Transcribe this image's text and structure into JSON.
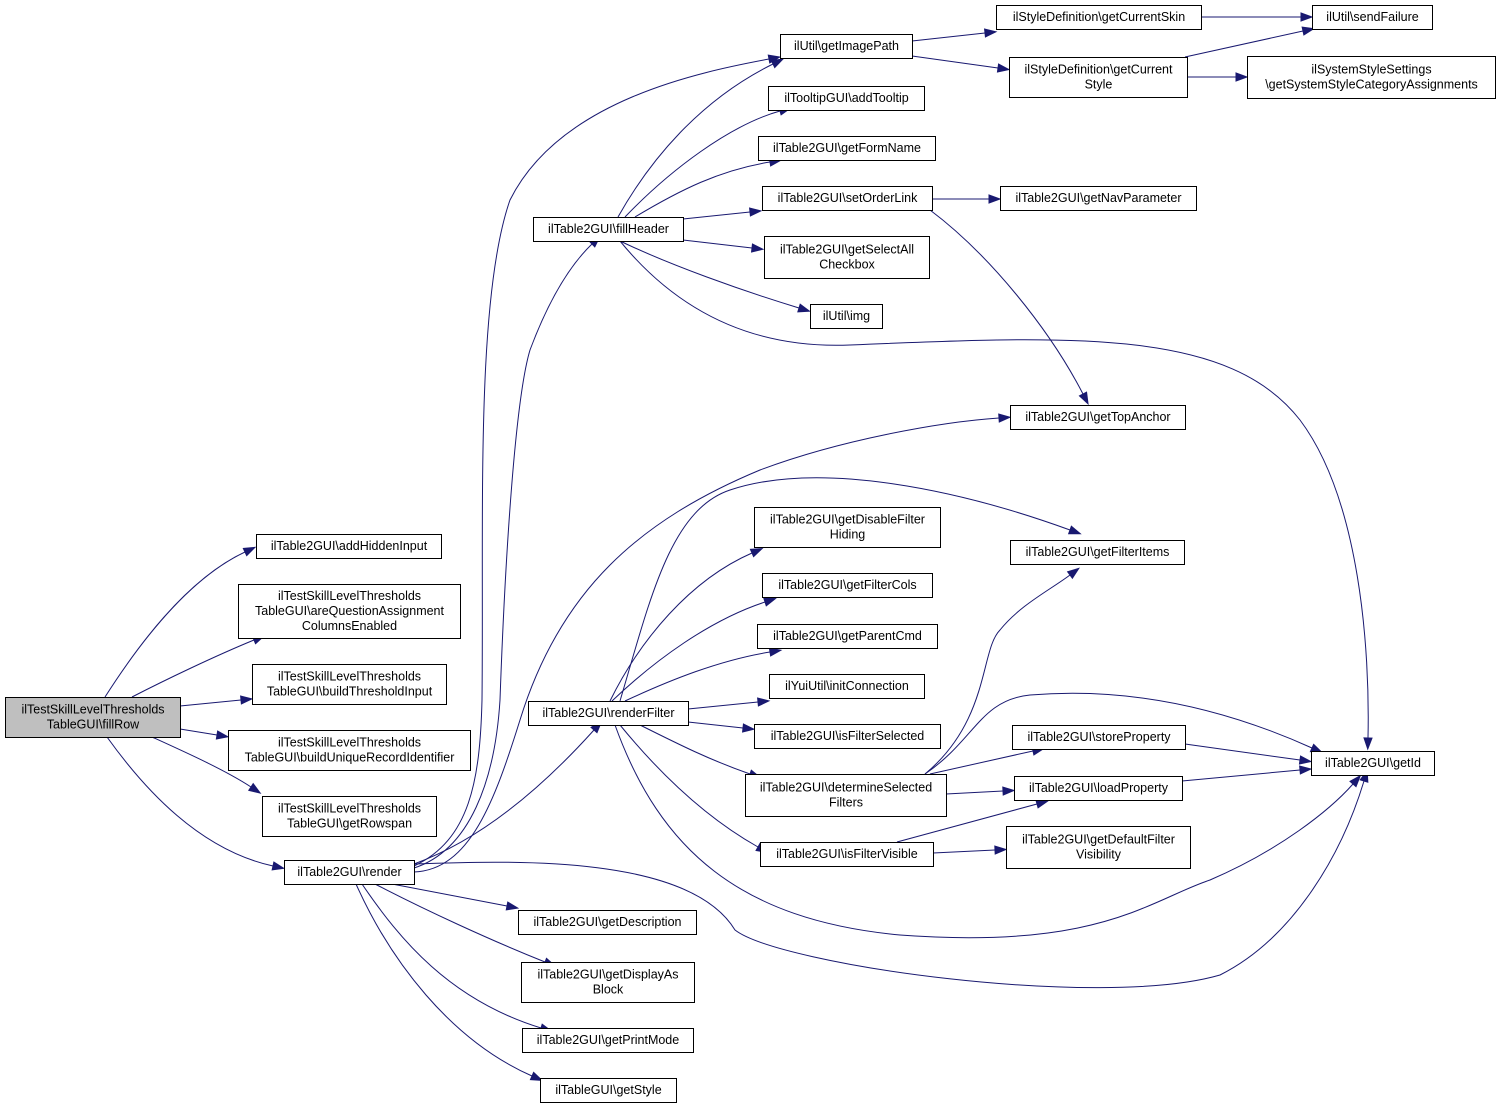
{
  "graph": {
    "kind": "doxygen-call-graph",
    "root": "fillRow",
    "colors": {
      "edge": "#191970",
      "root_fill": "#bfbfbf",
      "node_fill": "#ffffff",
      "node_border": "#000000"
    },
    "nodes": [
      {
        "id": "fillRow",
        "lines": [
          "ilTestSkillLevelThresholds",
          "TableGUI\\fillRow"
        ]
      },
      {
        "id": "addHiddenInput",
        "lines": [
          "ilTable2GUI\\addHiddenInput"
        ]
      },
      {
        "id": "areQuestion",
        "lines": [
          "ilTestSkillLevelThresholds",
          "TableGUI\\areQuestionAssignment",
          "ColumnsEnabled"
        ]
      },
      {
        "id": "buildThreshold",
        "lines": [
          "ilTestSkillLevelThresholds",
          "TableGUI\\buildThresholdInput"
        ]
      },
      {
        "id": "buildUnique",
        "lines": [
          "ilTestSkillLevelThresholds",
          "TableGUI\\buildUniqueRecordIdentifier"
        ]
      },
      {
        "id": "getRowspan",
        "lines": [
          "ilTestSkillLevelThresholds",
          "TableGUI\\getRowspan"
        ]
      },
      {
        "id": "render",
        "lines": [
          "ilTable2GUI\\render"
        ]
      },
      {
        "id": "fillHeader",
        "lines": [
          "ilTable2GUI\\fillHeader"
        ]
      },
      {
        "id": "renderFilter",
        "lines": [
          "ilTable2GUI\\renderFilter"
        ]
      },
      {
        "id": "getDescription",
        "lines": [
          "ilTable2GUI\\getDescription"
        ]
      },
      {
        "id": "getDisplayAsBlock",
        "lines": [
          "ilTable2GUI\\getDisplayAs",
          "Block"
        ]
      },
      {
        "id": "getPrintMode",
        "lines": [
          "ilTable2GUI\\getPrintMode"
        ]
      },
      {
        "id": "getStyle",
        "lines": [
          "ilTableGUI\\getStyle"
        ]
      },
      {
        "id": "getImagePath",
        "lines": [
          "ilUtil\\getImagePath"
        ]
      },
      {
        "id": "addTooltip",
        "lines": [
          "ilTooltipGUI\\addTooltip"
        ]
      },
      {
        "id": "getFormName",
        "lines": [
          "ilTable2GUI\\getFormName"
        ]
      },
      {
        "id": "setOrderLink",
        "lines": [
          "ilTable2GUI\\setOrderLink"
        ]
      },
      {
        "id": "getSelectAll",
        "lines": [
          "ilTable2GUI\\getSelectAll",
          "Checkbox"
        ]
      },
      {
        "id": "img",
        "lines": [
          "ilUtil\\img"
        ]
      },
      {
        "id": "getDisableFilter",
        "lines": [
          "ilTable2GUI\\getDisableFilter",
          "Hiding"
        ]
      },
      {
        "id": "getFilterCols",
        "lines": [
          "ilTable2GUI\\getFilterCols"
        ]
      },
      {
        "id": "getParentCmd",
        "lines": [
          "ilTable2GUI\\getParentCmd"
        ]
      },
      {
        "id": "initConnection",
        "lines": [
          "ilYuiUtil\\initConnection"
        ]
      },
      {
        "id": "isFilterSelected",
        "lines": [
          "ilTable2GUI\\isFilterSelected"
        ]
      },
      {
        "id": "determineSelected",
        "lines": [
          "ilTable2GUI\\determineSelected",
          "Filters"
        ]
      },
      {
        "id": "isFilterVisible",
        "lines": [
          "ilTable2GUI\\isFilterVisible"
        ]
      },
      {
        "id": "getCurrentSkin",
        "lines": [
          "ilStyleDefinition\\getCurrentSkin"
        ]
      },
      {
        "id": "getCurrentStyle",
        "lines": [
          "ilStyleDefinition\\getCurrent",
          "Style"
        ]
      },
      {
        "id": "getNavParameter",
        "lines": [
          "ilTable2GUI\\getNavParameter"
        ]
      },
      {
        "id": "getTopAnchor",
        "lines": [
          "ilTable2GUI\\getTopAnchor"
        ]
      },
      {
        "id": "getFilterItems",
        "lines": [
          "ilTable2GUI\\getFilterItems"
        ]
      },
      {
        "id": "storeProperty",
        "lines": [
          "ilTable2GUI\\storeProperty"
        ]
      },
      {
        "id": "loadProperty",
        "lines": [
          "ilTable2GUI\\loadProperty"
        ]
      },
      {
        "id": "getDefaultFilter",
        "lines": [
          "ilTable2GUI\\getDefaultFilter",
          "Visibility"
        ]
      },
      {
        "id": "sendFailure",
        "lines": [
          "ilUtil\\sendFailure"
        ]
      },
      {
        "id": "getSystemStyle",
        "lines": [
          "ilSystemStyleSettings",
          "\\getSystemStyleCategoryAssignments"
        ]
      },
      {
        "id": "getId",
        "lines": [
          "ilTable2GUI\\getId"
        ]
      }
    ],
    "edges": [
      [
        "fillRow",
        "addHiddenInput"
      ],
      [
        "fillRow",
        "areQuestion"
      ],
      [
        "fillRow",
        "buildThreshold"
      ],
      [
        "fillRow",
        "buildUnique"
      ],
      [
        "fillRow",
        "getRowspan"
      ],
      [
        "fillRow",
        "render"
      ],
      [
        "render",
        "getImagePath"
      ],
      [
        "render",
        "fillHeader"
      ],
      [
        "render",
        "getTopAnchor"
      ],
      [
        "render",
        "renderFilter"
      ],
      [
        "render",
        "getId"
      ],
      [
        "render",
        "getDescription"
      ],
      [
        "render",
        "getDisplayAsBlock"
      ],
      [
        "render",
        "getPrintMode"
      ],
      [
        "render",
        "getStyle"
      ],
      [
        "fillHeader",
        "getImagePath"
      ],
      [
        "fillHeader",
        "addTooltip"
      ],
      [
        "fillHeader",
        "getFormName"
      ],
      [
        "fillHeader",
        "setOrderLink"
      ],
      [
        "fillHeader",
        "getSelectAll"
      ],
      [
        "fillHeader",
        "img"
      ],
      [
        "fillHeader",
        "getId"
      ],
      [
        "getImagePath",
        "getCurrentSkin"
      ],
      [
        "getImagePath",
        "getCurrentStyle"
      ],
      [
        "getCurrentSkin",
        "sendFailure"
      ],
      [
        "getCurrentStyle",
        "sendFailure"
      ],
      [
        "getCurrentStyle",
        "getSystemStyle"
      ],
      [
        "setOrderLink",
        "getNavParameter"
      ],
      [
        "setOrderLink",
        "getTopAnchor"
      ],
      [
        "renderFilter",
        "getFilterItems"
      ],
      [
        "renderFilter",
        "getDisableFilter"
      ],
      [
        "renderFilter",
        "getFilterCols"
      ],
      [
        "renderFilter",
        "getParentCmd"
      ],
      [
        "renderFilter",
        "initConnection"
      ],
      [
        "renderFilter",
        "isFilterSelected"
      ],
      [
        "renderFilter",
        "determineSelected"
      ],
      [
        "renderFilter",
        "isFilterVisible"
      ],
      [
        "renderFilter",
        "getId"
      ],
      [
        "determineSelected",
        "getFilterItems"
      ],
      [
        "determineSelected",
        "getId"
      ],
      [
        "determineSelected",
        "storeProperty"
      ],
      [
        "determineSelected",
        "loadProperty"
      ],
      [
        "isFilterVisible",
        "loadProperty"
      ],
      [
        "isFilterVisible",
        "getDefaultFilter"
      ],
      [
        "storeProperty",
        "getId"
      ],
      [
        "loadProperty",
        "getId"
      ]
    ]
  }
}
